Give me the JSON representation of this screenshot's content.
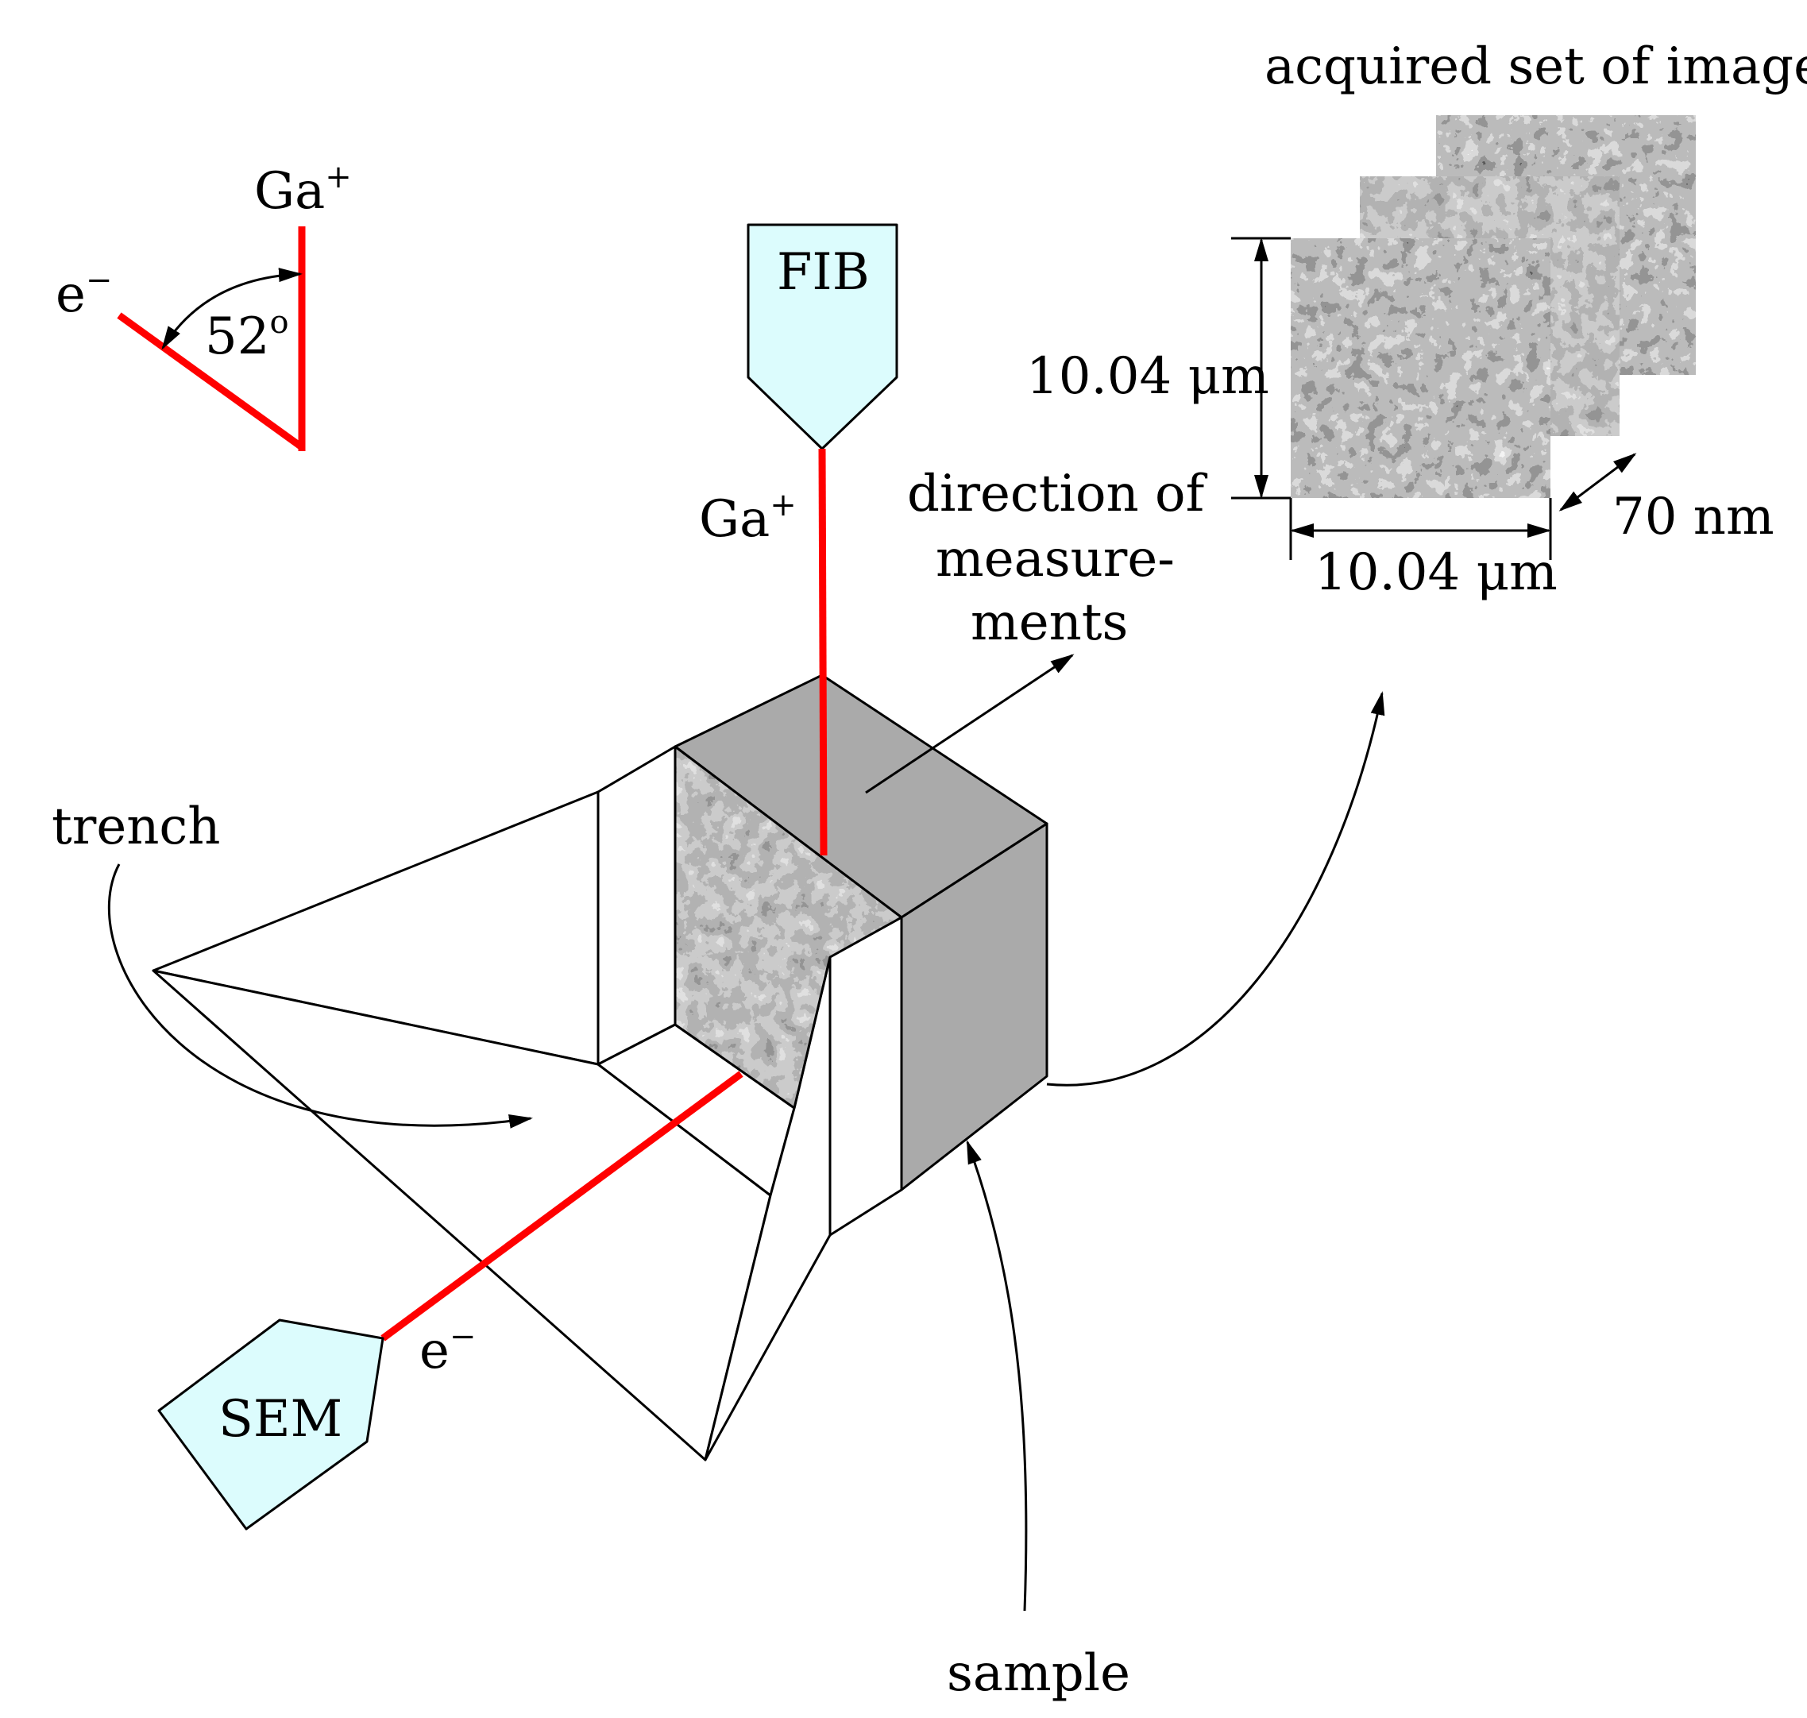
{
  "labels": {
    "ga_plus_top": "Ga",
    "ga_plus_top_sup": "+",
    "e_minus_top": "e",
    "e_minus_top_sup": "−",
    "angle": "52",
    "angle_sup": "o",
    "fib": "FIB",
    "ga_plus_beam": "Ga",
    "ga_plus_beam_sup": "+",
    "direction_line1": "direction of",
    "direction_line2": "measure-",
    "direction_line3": "ments",
    "acquired": "acquired set of images",
    "height_dim": "10.04 μm",
    "width_dim": "10.04 μm",
    "depth_dim": "70 nm",
    "trench": "trench",
    "sem": "SEM",
    "e_minus_beam": "e",
    "e_minus_beam_sup": "−",
    "sample": "sample"
  },
  "colors": {
    "beam": "#ff0000",
    "instrument_fill": "#dcfcfd",
    "block_face": "#aaaaaa"
  }
}
